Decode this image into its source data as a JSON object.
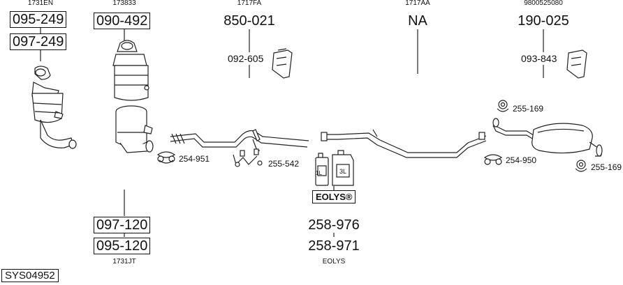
{
  "diagram": {
    "sys_code": "SYS04952",
    "refs": {
      "cat_left": "1731EN",
      "cat_mid": "173833",
      "pipe_front": "1717FA",
      "pipe_mid": "1717AA",
      "rear_silencer": "9800525080",
      "filter_bottom": "1731JT",
      "additive": "EOLYS"
    },
    "parts": {
      "p095_249": "095-249",
      "p097_249": "097-249",
      "p090_492": "090-492",
      "p850_021": "850-021",
      "p092_605": "092-605",
      "na": "NA",
      "p190_025": "190-025",
      "p093_843": "093-843",
      "p255_169_top": "255-169",
      "p254_951": "254-951",
      "p255_542": "255-542",
      "p254_950": "254-950",
      "p255_169_right": "255-169",
      "p258_976": "258-976",
      "p258_971": "258-971",
      "p097_120": "097-120",
      "p095_120": "095-120"
    },
    "eolys_logo": "EOLYS®",
    "bottle_small": "1L",
    "bottle_large": "3L"
  }
}
